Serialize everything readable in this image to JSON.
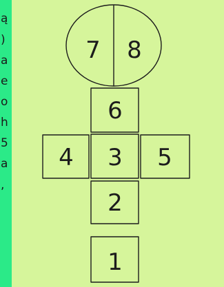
{
  "text_fragments": [
    "ą",
    ")",
    "a",
    "e",
    "o",
    "h",
    "5",
    "a",
    ","
  ],
  "hopscotch": {
    "cells": [
      {
        "id": "1",
        "label": "1"
      },
      {
        "id": "2",
        "label": "2"
      },
      {
        "id": "3",
        "label": "3"
      },
      {
        "id": "4",
        "label": "4"
      },
      {
        "id": "5",
        "label": "5"
      },
      {
        "id": "6",
        "label": "6"
      },
      {
        "id": "7",
        "label": "7"
      },
      {
        "id": "8",
        "label": "8"
      }
    ]
  },
  "colors": {
    "background": "#2bea88",
    "paper": "#d6f59b",
    "ink": "#1c1c1c"
  }
}
